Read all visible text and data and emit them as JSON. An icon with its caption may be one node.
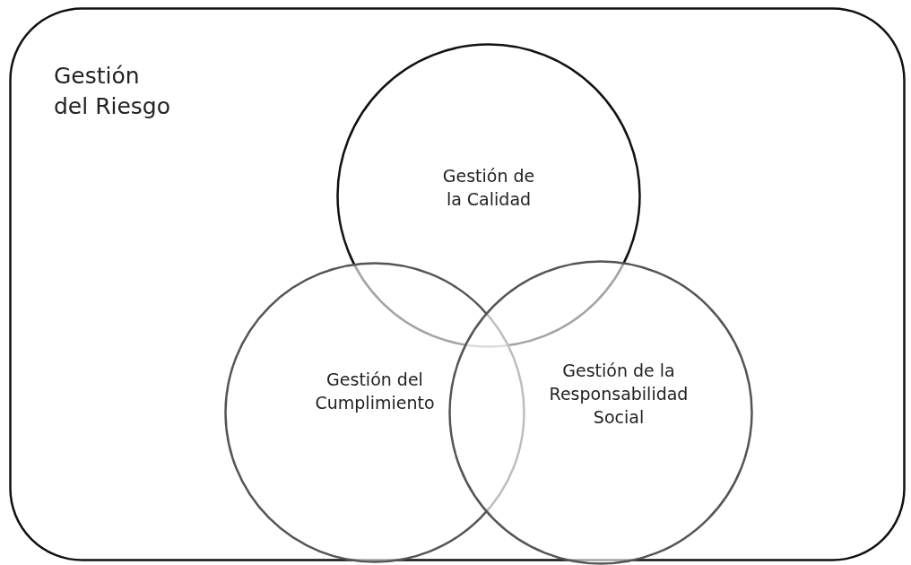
{
  "diagram": {
    "nodes": [
      {
        "text": [
          "Gestión del Riesgo"
        ]
      },
      {
        "text": [
          "Gestión de la Calidad"
        ],
        "in": 0
      },
      {
        "text": [
          "Gestión del Cumplimiento"
        ],
        "in": 0
      },
      {
        "text": [
          "Gestión de la Responsabilidad Social"
        ],
        "in": 0
      }
    ]
  }
}
